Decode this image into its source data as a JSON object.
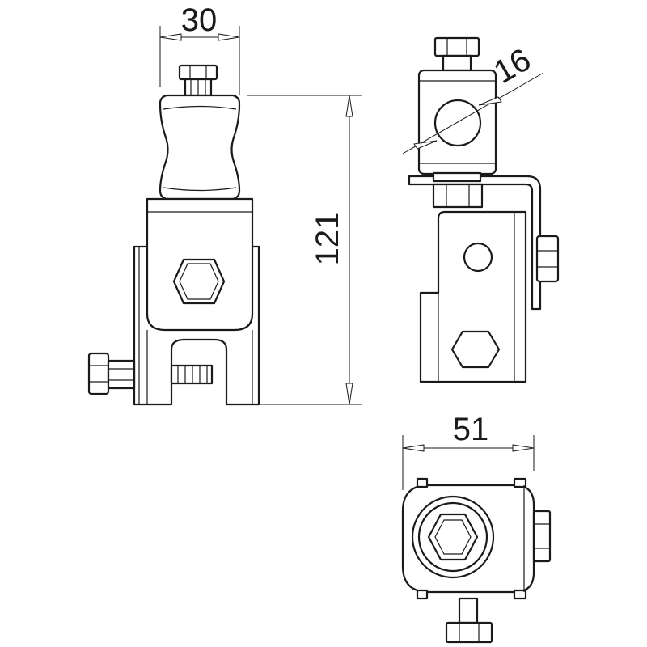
{
  "dimensions": {
    "width_top": "30",
    "height": "121",
    "hole_diameter": "16",
    "width_bottom": "51"
  },
  "colors": {
    "line": "#1a1a1a",
    "background": "#ffffff"
  }
}
